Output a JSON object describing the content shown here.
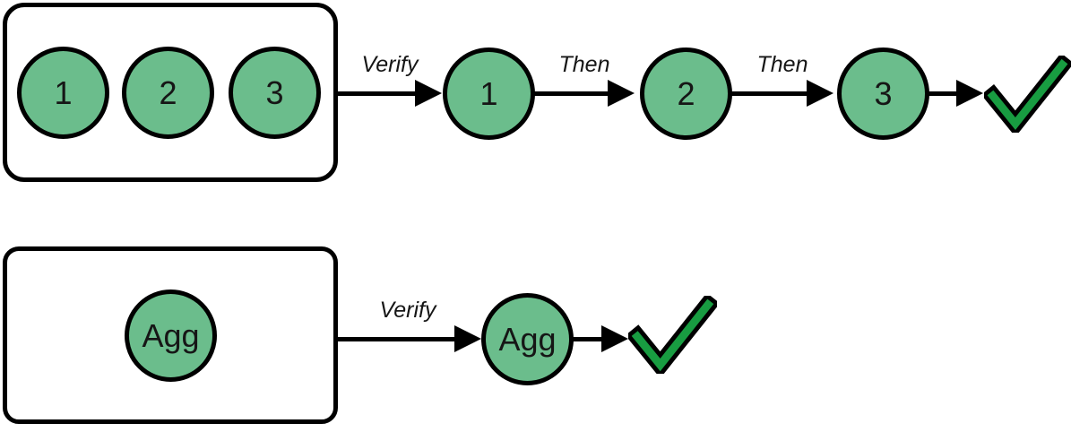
{
  "colors": {
    "background": "#ffffff",
    "outline": "#000000",
    "node_fill": "#6bbd8c",
    "check_green": "#189c41",
    "text": "#161616"
  },
  "top_row": {
    "box_nodes": [
      "1",
      "2",
      "3"
    ],
    "verify_label": "Verify",
    "then_label_1": "Then",
    "then_label_2": "Then",
    "flow_nodes": [
      "1",
      "2",
      "3"
    ],
    "result_icon": "checkmark-icon"
  },
  "bottom_row": {
    "box_nodes": [
      "Agg"
    ],
    "verify_label": "Verify",
    "flow_nodes": [
      "Agg"
    ],
    "result_icon": "checkmark-icon"
  }
}
